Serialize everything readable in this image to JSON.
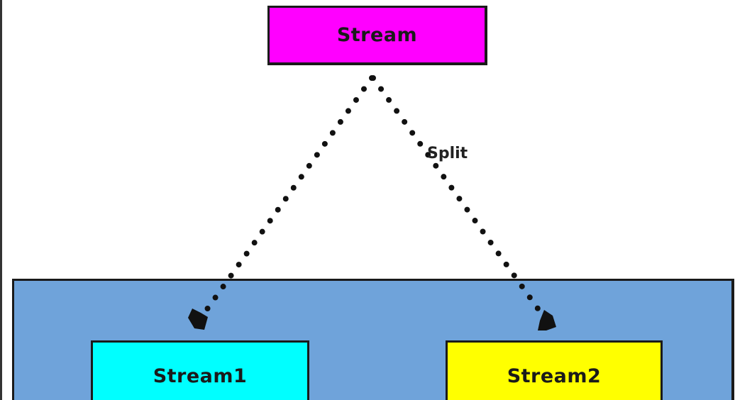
{
  "nodes": {
    "source": {
      "label": "Stream",
      "fill": "#ff00ff"
    },
    "left": {
      "label": "Stream1",
      "fill": "#00ffff"
    },
    "right": {
      "label": "Stream2",
      "fill": "#ffff00"
    }
  },
  "group": {
    "fill": "#6fa3da"
  },
  "edges": {
    "label": "Split",
    "style": "dotted",
    "color": "#111111"
  }
}
